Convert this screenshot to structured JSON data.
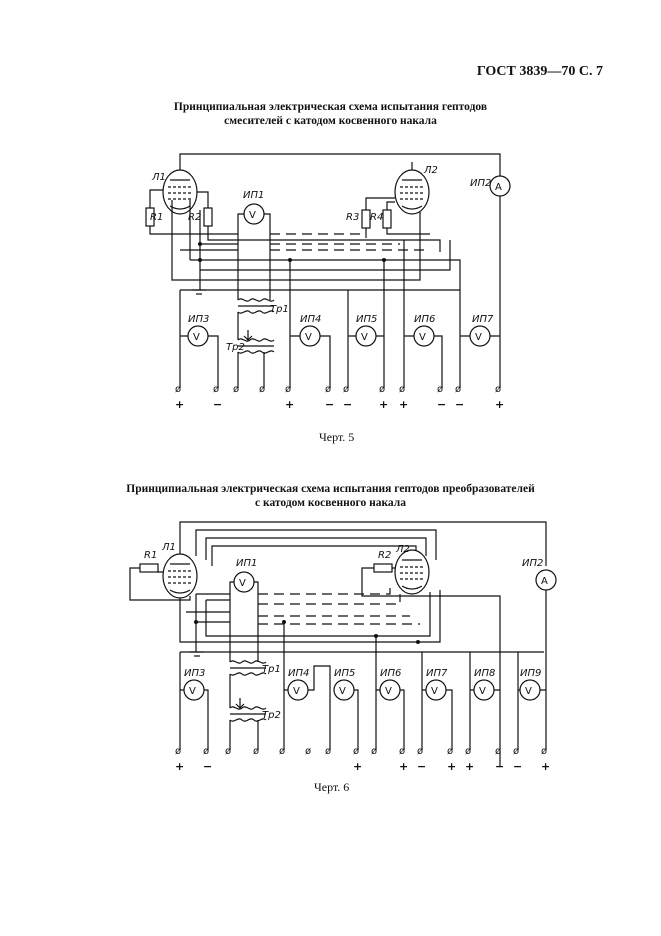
{
  "header": "ГОСТ 3839—70 С. 7",
  "diagram1": {
    "title_line1": "Принципиальная электрическая схема испытания гептодов",
    "title_line2": "смесителей с катодом косвенного накала",
    "caption": "Черт. 5",
    "labels": {
      "tube1": "Л1",
      "tube2": "Л2",
      "r1": "R1",
      "r2": "R2",
      "r3": "R3",
      "r4": "R4",
      "ip1": "ИП1",
      "ip2": "ИП2",
      "ip3": "ИП3",
      "ip4": "ИП4",
      "ip5": "ИП5",
      "ip6": "ИП6",
      "ip7": "ИП7",
      "tr1": "Тр1",
      "tr2": "Тр2",
      "v": "V",
      "a": "A"
    },
    "polarity": [
      "+",
      "−",
      "+",
      "−",
      "−",
      "+",
      "+",
      "−",
      "−",
      "+"
    ]
  },
  "diagram2": {
    "title_line1": "Принципиальная электрическая схема испытания гептодов преобразователей",
    "title_line2": "с катодом косвенного накала",
    "caption": "Черт. 6",
    "labels": {
      "tube1": "Л1",
      "tube2": "Л2",
      "r1": "R1",
      "r2": "R2",
      "ip1": "ИП1",
      "ip2": "ИП2",
      "ip3": "ИП3",
      "ip4": "ИП4",
      "ip5": "ИП5",
      "ip6": "ИП6",
      "ip7": "ИП7",
      "ip8": "ИП8",
      "ip9": "ИП9",
      "tr1": "Тр1",
      "tr2": "Тр2",
      "v": "V",
      "a": "A"
    },
    "polarity": [
      "+",
      "−",
      "+",
      "+",
      "−",
      "+",
      "+",
      "−",
      "−",
      "+"
    ]
  },
  "terminal_symbol": "ø"
}
